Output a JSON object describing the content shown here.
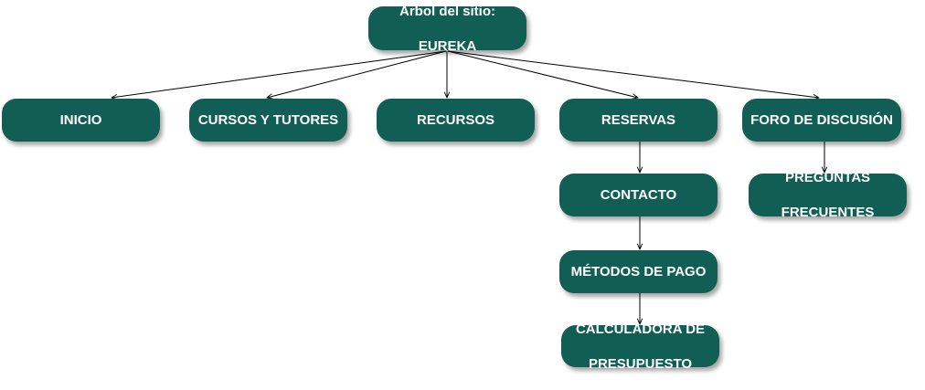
{
  "diagram": {
    "title_line1": "Arbol del sitio:",
    "title_line2": "EUREKA",
    "nodes": {
      "inicio": "INICIO",
      "cursos": "CURSOS Y TUTORES",
      "recursos": "RECURSOS",
      "reservas": "RESERVAS",
      "foro": "FORO DE DISCUSIÓN",
      "contacto": "CONTACTO",
      "metodos": "MÉTODOS DE PAGO",
      "calculadora_line1": "CALCULADORA DE",
      "calculadora_line2": "PRESUPUESTO",
      "preguntas_line1": "PREGUNTAS",
      "preguntas_line2": "FRECUENTES"
    }
  },
  "colors": {
    "node_fill": "#115e54",
    "node_text": "#ffffff",
    "connector": "#000000"
  }
}
